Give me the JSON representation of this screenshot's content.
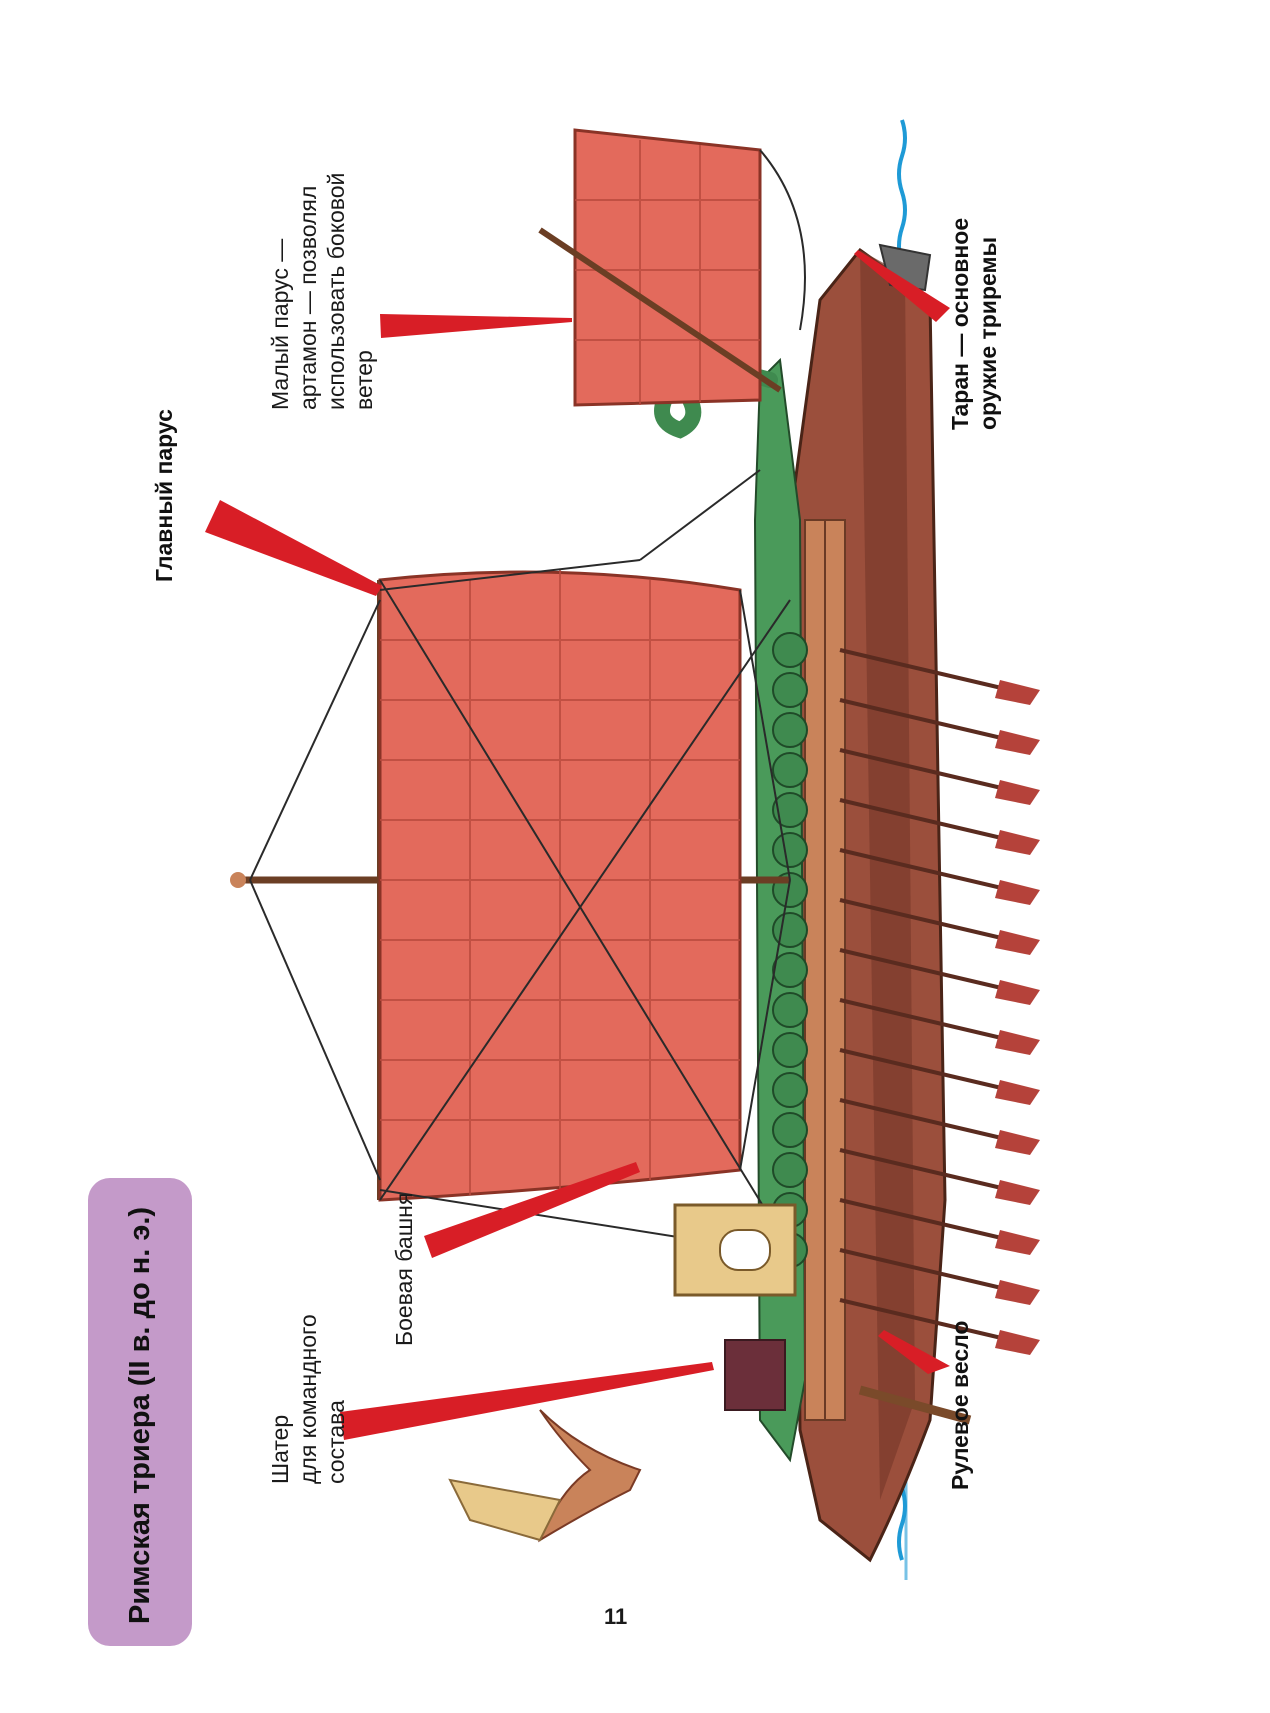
{
  "title": "Римская триера (II в. до н. э.)",
  "labels": {
    "main_sail": "Главный парус",
    "small_sail": [
      "Малый парус —",
      "артамон — позволял",
      "использовать боковой",
      "ветер"
    ],
    "tower": "Боевая башня",
    "tent": [
      "Шатер",
      "для командного",
      "состава"
    ],
    "ram": [
      "Таран — основное",
      "оружие триремы"
    ],
    "rudder": "Рулевое весло"
  },
  "page_number": "11",
  "colors": {
    "badge": "#c49ac9",
    "pointer": "#d81e26",
    "sail": "#e36a5c",
    "water": "#1e9ad6",
    "hull": "#9b4f3c",
    "trim": "#4a9a5a"
  }
}
